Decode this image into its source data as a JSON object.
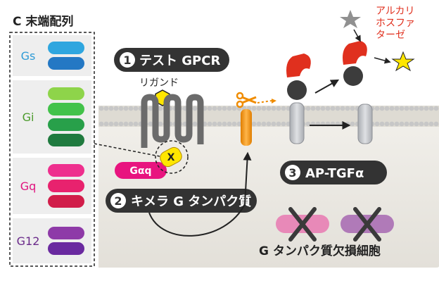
{
  "panel": {
    "title": "C 末端配列",
    "groups": [
      {
        "label": "Gs",
        "label_color": "#2e9bd6",
        "pill_colors": [
          "#2fa6df",
          "#2478c4"
        ]
      },
      {
        "label": "Gi",
        "label_color": "#4a9a2a",
        "pill_colors": [
          "#8ed44a",
          "#42c24a",
          "#28a04a",
          "#1f7a3f"
        ]
      },
      {
        "label": "Gq",
        "label_color": "#e0147f",
        "pill_colors": [
          "#ee2f8e",
          "#e8226e",
          "#d11d4a"
        ]
      },
      {
        "label": "G12",
        "label_color": "#6a2a8a",
        "pill_colors": [
          "#8e3aa8",
          "#6a2aa0"
        ]
      }
    ]
  },
  "steps": {
    "step1": {
      "number": "1",
      "label": "テスト GPCR"
    },
    "step2": {
      "number": "2",
      "label": "キメラ G タンパク質"
    },
    "step3": {
      "number": "3",
      "label": "AP-TGFα"
    }
  },
  "labels": {
    "ligand": "リガンド",
    "galpha": "Gαq",
    "x_mark": "X",
    "ap_enzyme": "アルカリホスファターゼ",
    "ko_cells": "G タンパク質欠損細胞"
  },
  "colors": {
    "badge": "#333333",
    "membrane_head": "#c7c7c7",
    "cell_bg": "#ece9e3",
    "ligand": "#ffe600",
    "gq_pill": "#e8147f",
    "scissors": "#f08c00",
    "ap": "#e0301e",
    "product_star": "#ffe600",
    "substrate_star": "#909090"
  }
}
